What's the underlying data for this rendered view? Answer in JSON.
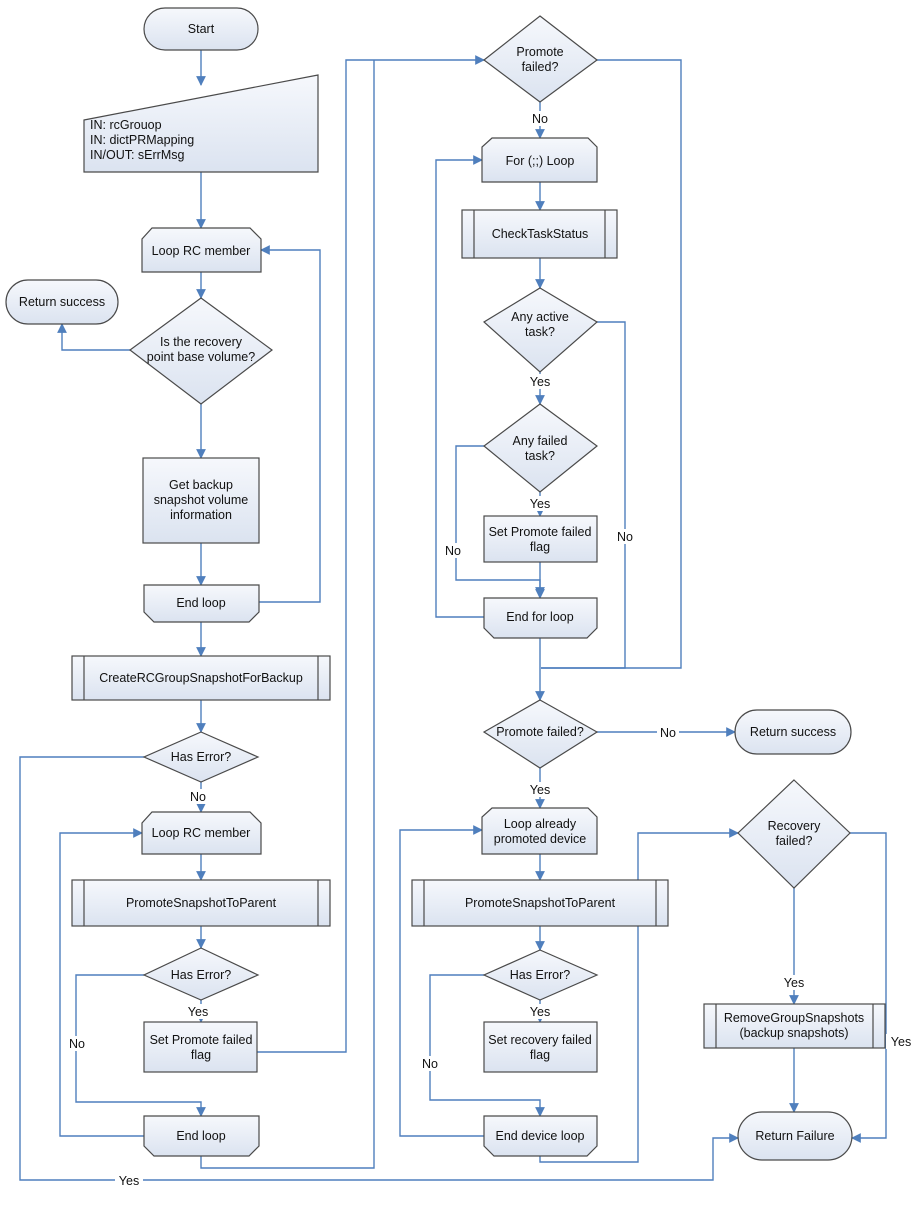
{
  "colors": {
    "shape_fill_top": "#f6f8fc",
    "shape_fill_bottom": "#dbe3f0",
    "shape_stroke": "#4a4a4a",
    "connector": "#4f7fbd",
    "text": "#111111"
  },
  "nodes": {
    "start": "Start",
    "input": [
      "IN: rcGrouop",
      "IN: dictPRMapping",
      "IN/OUT: sErrMsg"
    ],
    "loop_rc_member_1": "Loop RC member",
    "return_success_1": "Return success",
    "is_recovery_point": [
      "Is the recovery",
      "point base volume?"
    ],
    "get_backup_info": [
      "Get backup",
      "snapshot volume",
      "information"
    ],
    "end_loop_1": "End loop",
    "create_rc_group_snapshot": "CreateRCGroupSnapshotForBackup",
    "has_error_1": "Has Error?",
    "loop_rc_member_2": "Loop RC member",
    "promote_snapshot_1": "PromoteSnapshotToParent",
    "has_error_2": "Has Error?",
    "set_promote_failed_1": [
      "Set Promote failed",
      "flag"
    ],
    "end_loop_2": "End loop",
    "promote_failed_q1": [
      "Promote",
      "failed?"
    ],
    "for_loop": "For (;;)  Loop",
    "check_task_status": "CheckTaskStatus",
    "any_active_task": [
      "Any active",
      "task?"
    ],
    "any_failed_task": [
      "Any failed",
      "task?"
    ],
    "set_promote_failed_2": [
      "Set Promote failed",
      "flag"
    ],
    "end_for_loop": "End for loop",
    "promote_failed_q2": "Promote failed?",
    "return_success_2": "Return success",
    "loop_promoted_device": [
      "Loop already",
      "promoted device"
    ],
    "promote_snapshot_2": "PromoteSnapshotToParent",
    "has_error_3": "Has Error?",
    "set_recovery_failed": [
      "Set recovery failed",
      "flag"
    ],
    "end_device_loop": "End device loop",
    "recovery_failed_q": [
      "Recovery",
      "failed?"
    ],
    "remove_group_snapshots": [
      "RemoveGroupSnapshots",
      "(backup snapshots)"
    ],
    "return_failure": "Return Failure"
  },
  "edge_labels": {
    "no_has_error_1": "No",
    "yes_has_error_1": "Yes",
    "yes_has_error_2": "Yes",
    "no_has_error_2": "No",
    "no_promote_failed_q1": "No",
    "yes_any_active": "Yes",
    "no_any_active": "No",
    "yes_any_failed": "Yes",
    "no_any_failed": "No",
    "no_promote_failed_q2": "No",
    "yes_promote_failed_q2": "Yes",
    "yes_has_error_3": "Yes",
    "no_has_error_3": "No",
    "yes_recovery_failed_down": "Yes",
    "yes_recovery_failed_side": "Yes"
  }
}
